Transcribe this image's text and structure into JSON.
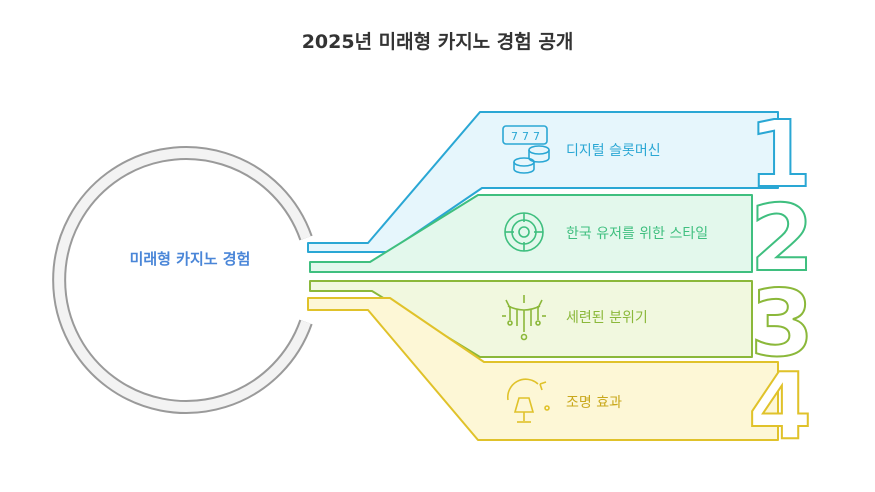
{
  "title": "2025년 미래형 카지노 경험 공개",
  "center": {
    "label": "미래형 카지노 경험"
  },
  "items": [
    {
      "number": "1",
      "label": "디지털 슬롯머신",
      "icon": "slot-machine-icon",
      "color": "#2aa7d4"
    },
    {
      "number": "2",
      "label": "한국 유저를 위한 스타일",
      "icon": "target-icon",
      "color": "#3fbf7f"
    },
    {
      "number": "3",
      "label": "세련된 분위기",
      "icon": "chandelier-icon",
      "color": "#8bb83a"
    },
    {
      "number": "4",
      "label": "조명 효과",
      "icon": "lamp-icon",
      "color": "#e0c22a"
    }
  ]
}
